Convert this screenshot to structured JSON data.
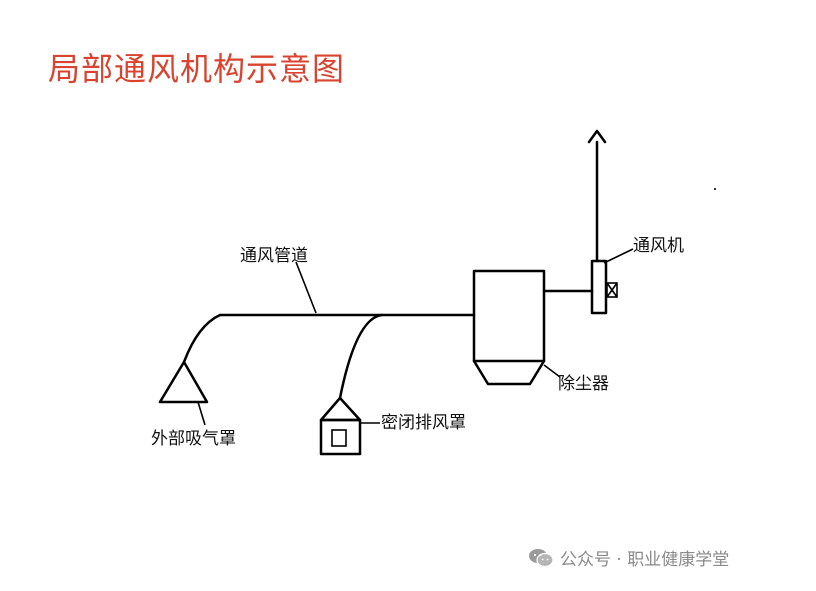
{
  "title": "局部通风机构示意图",
  "labels": {
    "duct": "通风管道",
    "fan": "通风机",
    "dust_collector": "除尘器",
    "external_hood": "外部吸气罩",
    "closed_hood": "密闭排风罩"
  },
  "watermark": {
    "text": "公众号 · 职业健康学堂",
    "icon": "wechat-icon"
  },
  "colors": {
    "title": "#d9432f",
    "lines": "#000000",
    "watermark": "#8a8a8a"
  }
}
